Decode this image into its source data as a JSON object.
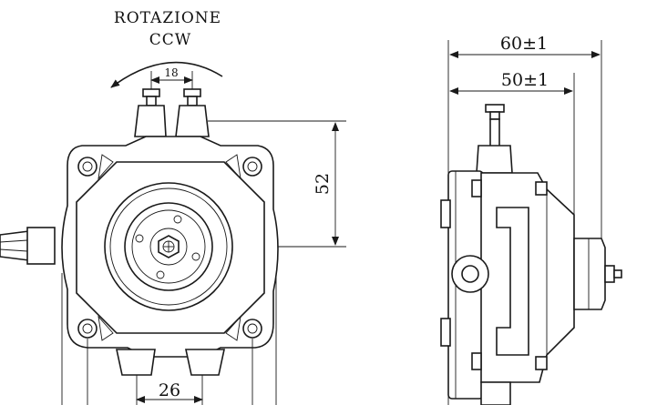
{
  "labels": {
    "rotation_title": "ROTAZIONE",
    "rotation_direction": "CCW",
    "terminal_spacing": "18",
    "height": "52",
    "bottom_spacing": "26",
    "overall_depth": "60±1",
    "body_depth": "50±1"
  },
  "colors": {
    "line": "#1a1a1a",
    "background": "#ffffff"
  }
}
